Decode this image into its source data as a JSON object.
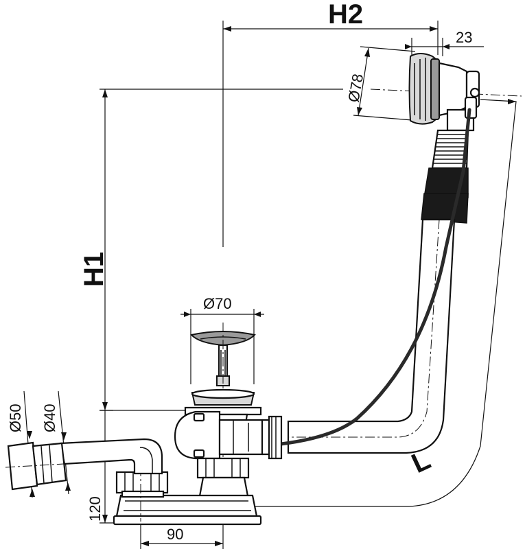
{
  "labels": {
    "h2": "H2",
    "h1": "H1",
    "l": "L",
    "d23": "23",
    "d78": "Ø78",
    "d70": "Ø70",
    "d50": "Ø50",
    "d40": "Ø40",
    "d120": "120",
    "d90": "90"
  }
}
